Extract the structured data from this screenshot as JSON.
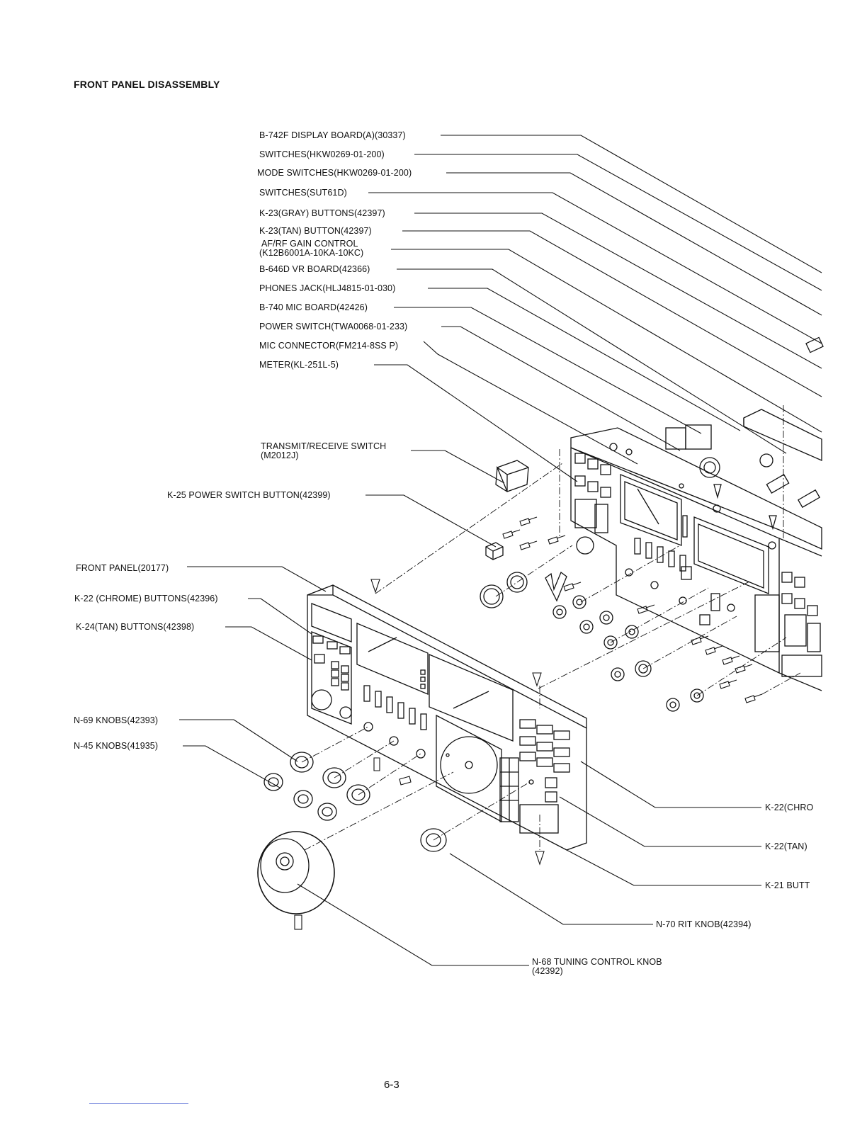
{
  "title": "FRONT PANEL DISASSEMBLY",
  "page_number": "6-3",
  "labels": [
    {
      "id": "b742f",
      "text": "B-742F DISPLAY BOARD(A)(30337)"
    },
    {
      "id": "sw1",
      "text": "SWITCHES(HKW0269-01-200)"
    },
    {
      "id": "modesw",
      "text": "MODE SWITCHES(HKW0269-01-200)"
    },
    {
      "id": "sut",
      "text": "SWITCHES(SUT61D)"
    },
    {
      "id": "k23g",
      "text": "K-23(GRAY) BUTTONS(42397)"
    },
    {
      "id": "k23t",
      "text": "K-23(TAN) BUTTON(42397)"
    },
    {
      "id": "afrf1",
      "text": "AF/RF GAIN CONTROL"
    },
    {
      "id": "afrf2",
      "text": "(K12B6001A-10KA-10KC)"
    },
    {
      "id": "b646",
      "text": "B-646D VR BOARD(42366)"
    },
    {
      "id": "phones",
      "text": "PHONES JACK(HLJ4815-01-030)"
    },
    {
      "id": "b740",
      "text": "B-740 MIC BOARD(42426)"
    },
    {
      "id": "pwrsw",
      "text": "POWER SWITCH(TWA0068-01-233)"
    },
    {
      "id": "micconn",
      "text": "MIC CONNECTOR(FM214-8SS P)"
    },
    {
      "id": "meter",
      "text": "METER(KL-251L-5)"
    },
    {
      "id": "trsw1",
      "text": "TRANSMIT/RECEIVE SWITCH"
    },
    {
      "id": "trsw2",
      "text": "(M2012J)"
    },
    {
      "id": "k25",
      "text": "K-25 POWER SWITCH BUTTON(42399)"
    },
    {
      "id": "fpanel",
      "text": "FRONT PANEL(20177)"
    },
    {
      "id": "k22c",
      "text": "K-22 (CHROME) BUTTONS(42396)"
    },
    {
      "id": "k24",
      "text": "K-24(TAN) BUTTONS(42398)"
    },
    {
      "id": "n69",
      "text": "N-69 KNOBS(42393)"
    },
    {
      "id": "n45",
      "text": "N-45 KNOBS(41935)"
    },
    {
      "id": "k22chro",
      "text": "K-22(CHRO"
    },
    {
      "id": "k22tan",
      "text": "K-22(TAN)"
    },
    {
      "id": "k21",
      "text": "K-21 BUTT"
    },
    {
      "id": "n70",
      "text": "N-70 RIT KNOB(42394)"
    },
    {
      "id": "n68a",
      "text": "N-68 TUNING CONTROL KNOB"
    },
    {
      "id": "n68b",
      "text": "(42392)"
    }
  ]
}
